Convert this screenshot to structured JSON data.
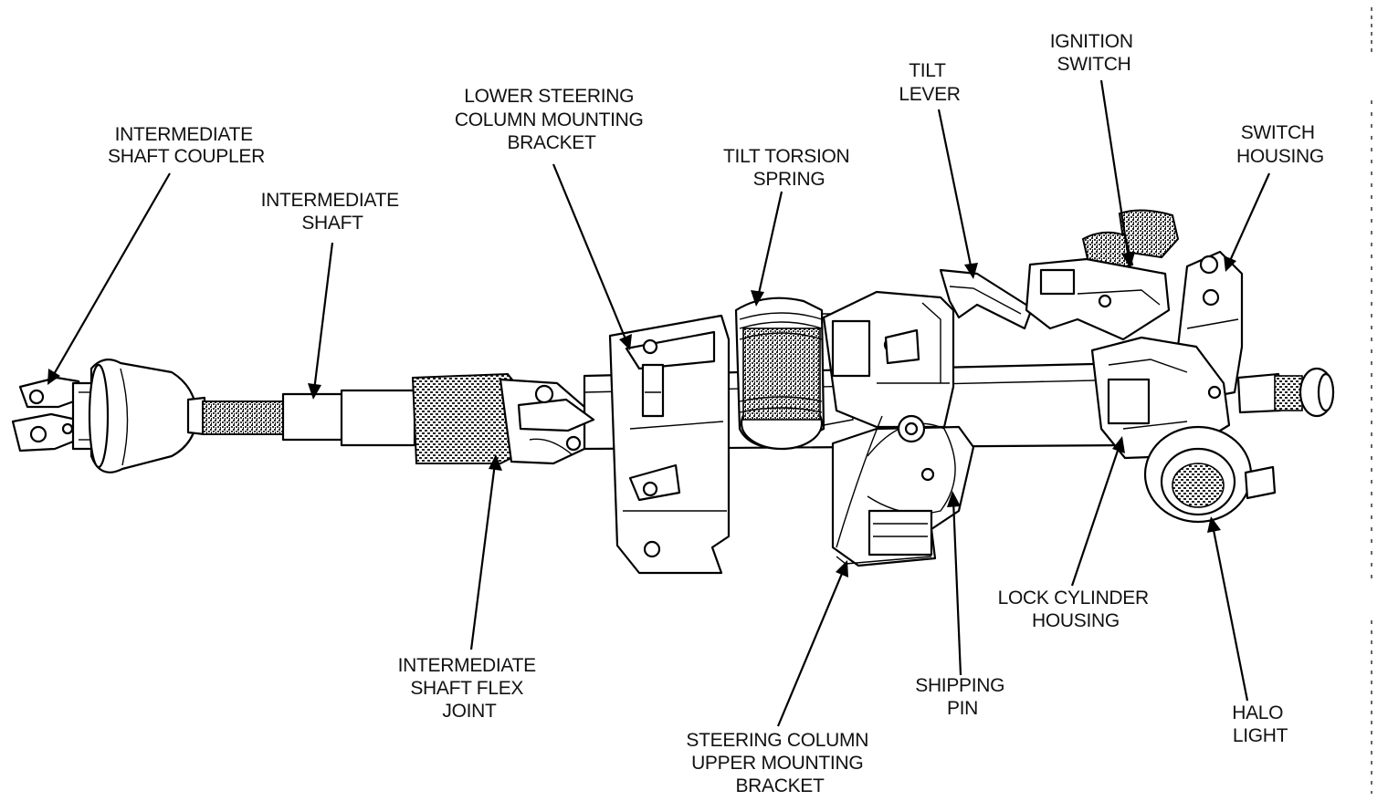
{
  "labels": {
    "intermediate_shaft_coupler": [
      "INTERMEDIATE",
      "SHAFT COUPLER"
    ],
    "intermediate_shaft": [
      "INTERMEDIATE",
      "SHAFT"
    ],
    "lower_steering_column_mounting_bracket": [
      "LOWER STEERING",
      "COLUMN MOUNTING",
      "BRACKET"
    ],
    "tilt_torsion_spring": [
      "TILT TORSION",
      "SPRING"
    ],
    "tilt_lever": [
      "TILT",
      "LEVER"
    ],
    "ignition_switch": [
      "IGNITION",
      "SWITCH"
    ],
    "switch_housing": [
      "SWITCH",
      "HOUSING"
    ],
    "intermediate_shaft_flex_joint": [
      "INTERMEDIATE",
      "SHAFT FLEX",
      "JOINT"
    ],
    "steering_column_upper_mounting_bracket": [
      "STEERING COLUMN",
      "UPPER MOUNTING",
      "BRACKET"
    ],
    "shipping_pin": [
      "SHIPPING",
      "PIN"
    ],
    "lock_cylinder_housing": [
      "LOCK CYLINDER",
      "HOUSING"
    ],
    "halo_light": [
      "HALO",
      "LIGHT"
    ]
  }
}
